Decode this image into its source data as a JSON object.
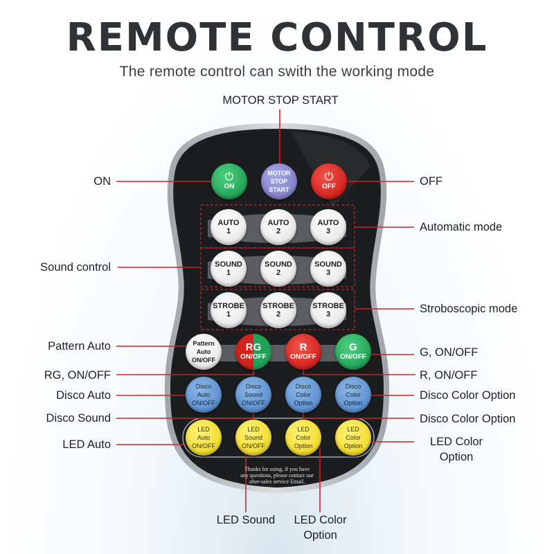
{
  "header": {
    "title": "REMOTE CONTROL",
    "subtitle": "The remote control can swith the working mode"
  },
  "labels": {
    "motor": "MOTOR STOP START",
    "on": "ON",
    "off": "OFF",
    "automatic_mode": "Automatic mode",
    "sound_control": "Sound control",
    "stroboscopic_mode": "Stroboscopic mode",
    "pattern_auto": "Pattern Auto",
    "g_onoff": "G, ON/OFF",
    "rg_onoff": "RG, ON/OFF",
    "r_onoff": "R, ON/OFF",
    "disco_auto": "Disco Auto",
    "disco_color_option_1": "Disco Color Option",
    "disco_sound": "Disco Sound",
    "disco_color_option_2": "Disco Color Option",
    "led_auto": "LED Auto",
    "led_color_option_right_l1": "LED Color",
    "led_color_option_right_l2": "Option",
    "led_sound": "LED Sound",
    "led_color_option_bottom_l1": "LED Color",
    "led_color_option_bottom_l2": "Option"
  },
  "buttons": {
    "on": {
      "icon": "power-icon",
      "label": "ON"
    },
    "motor": {
      "l1": "MOTOR",
      "l2": "STOP",
      "l3": "START"
    },
    "off": {
      "icon": "power-icon",
      "label": "OFF"
    },
    "auto": [
      {
        "l1": "AUTO",
        "l2": "1"
      },
      {
        "l1": "AUTO",
        "l2": "2"
      },
      {
        "l1": "AUTO",
        "l2": "3"
      }
    ],
    "sound": [
      {
        "l1": "SOUND",
        "l2": "1"
      },
      {
        "l1": "SOUND",
        "l2": "2"
      },
      {
        "l1": "SOUND",
        "l2": "3"
      }
    ],
    "strobe": [
      {
        "l1": "STROBE",
        "l2": "1"
      },
      {
        "l1": "STROBE",
        "l2": "2"
      },
      {
        "l1": "STROBE",
        "l2": "3"
      }
    ],
    "pattern": {
      "l1": "Pattern",
      "l2": "Auto",
      "l3": "ON/OFF"
    },
    "rg": {
      "l1": "RG",
      "l2": "ON/OFF"
    },
    "r": {
      "l1": "R",
      "l2": "ON/OFF"
    },
    "g": {
      "l1": "G",
      "l2": "ON/OFF"
    },
    "disco": [
      {
        "l1": "Disco",
        "l2": "Auto",
        "l3": "ON/OFF"
      },
      {
        "l1": "Disco",
        "l2": "Sound",
        "l3": "ON/OFF"
      },
      {
        "l1": "Disco",
        "l2": "Color",
        "l3": "Option"
      },
      {
        "l1": "Disco",
        "l2": "Color",
        "l3": "Option"
      }
    ],
    "led": [
      {
        "l1": "LED",
        "l2": "Auto",
        "l3": "ON/OFF"
      },
      {
        "l1": "LED",
        "l2": "Sound",
        "l3": "ON/OFF"
      },
      {
        "l1": "LED",
        "l2": "Color",
        "l3": "Option"
      },
      {
        "l1": "LED",
        "l2": "Color",
        "l3": "Option"
      }
    ]
  },
  "footer_note": {
    "l1": "Thanks for using, if you have",
    "l2": "any questions, please contact our",
    "l3": "after-sales service Email."
  },
  "colors": {
    "remote_body": "#1c1d1f",
    "leader_line": "#c8242b",
    "on_green": "#22a257",
    "off_red": "#d4221d",
    "motor_purple": "#8381c9",
    "disco_blue": "#5b8fcf",
    "led_yellow": "#f1dc2b"
  }
}
